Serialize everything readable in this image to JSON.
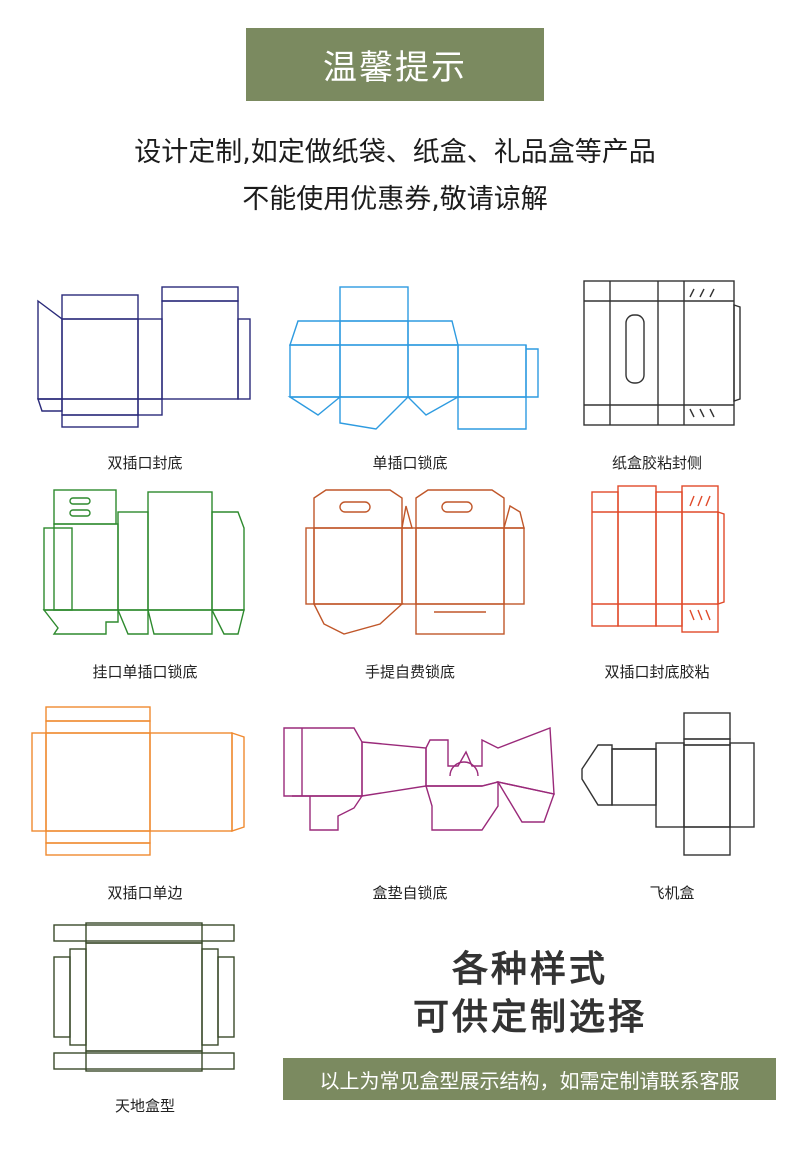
{
  "header": {
    "title": "温馨提示"
  },
  "notice": {
    "line1": "设计定制,如定做纸袋、纸盒、礼品盒等产品",
    "line2": "不能使用优惠券,敬请谅解"
  },
  "styles": [
    {
      "label": "双插口封底",
      "color": "#2a2a7a"
    },
    {
      "label": "单插口锁底",
      "color": "#2e9be0"
    },
    {
      "label": "纸盒胶粘封侧",
      "color": "#333333"
    },
    {
      "label": "挂口单插口锁底",
      "color": "#2e8a2e"
    },
    {
      "label": "手提自费锁底",
      "color": "#c0572a"
    },
    {
      "label": "双插口封底胶粘",
      "color": "#e04a2a"
    },
    {
      "label": "双插口单边",
      "color": "#f08a30"
    },
    {
      "label": "盒垫自锁底",
      "color": "#9a2a7a"
    },
    {
      "label": "飞机盒",
      "color": "#333333"
    },
    {
      "label": "天地盒型",
      "color": "#3a4a2a"
    }
  ],
  "slogan": {
    "line1": "各种样式",
    "line2": "可供定制选择"
  },
  "footer": {
    "text": "以上为常见盒型展示结构，如需定制请联系客服"
  }
}
